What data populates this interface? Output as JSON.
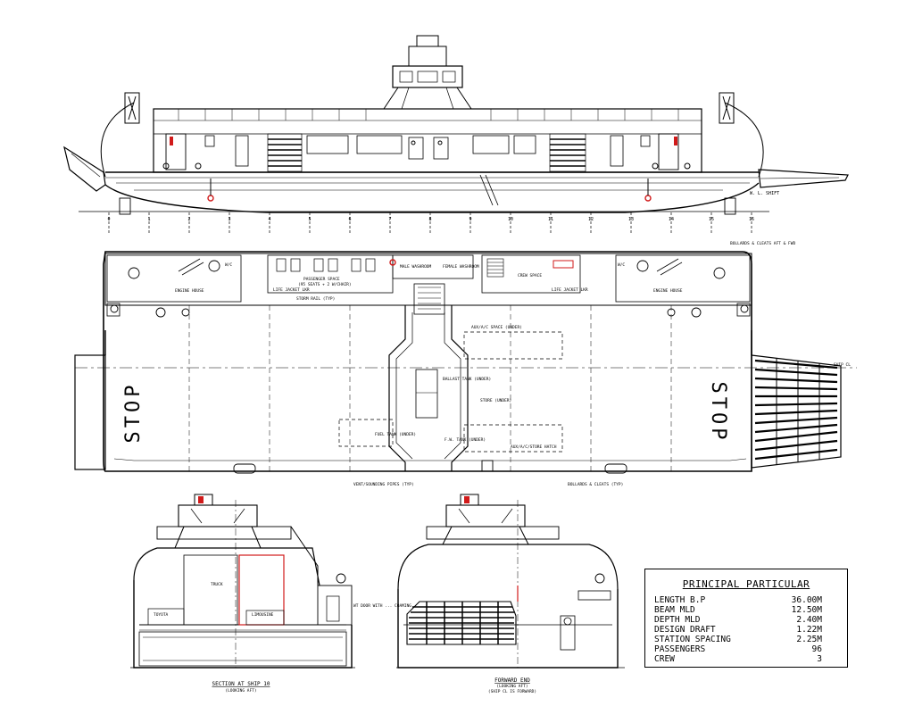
{
  "profile": {
    "station_marks": [
      "0",
      "1",
      "2",
      "3",
      "4",
      "5",
      "6",
      "7",
      "8",
      "9",
      "10",
      "11",
      "12",
      "13",
      "14",
      "15",
      "16"
    ],
    "label_wl": "W. L. SHIFT"
  },
  "plan": {
    "labels": {
      "engine_house_left": "ENGINE HOUSE",
      "engine_house_right": "ENGINE HOUSE",
      "passenger_space": "PASSENGER SPACE",
      "passenger_sub": "(95 SEATS + 2 W/CHAIR)",
      "male_washroom": "MALE WASHROOM",
      "female_washroom": "FEMALE WASHROOM",
      "crew_space": "CREW SPACE",
      "life_jacket_left": "LIFE JACKET LKR",
      "life_jacket_right": "LIFE JACKET LKR",
      "storm_rail": "STORM RAIL (TYP)",
      "aux_space": "AUX/A/C SPACE (UNDER)",
      "ballast_tank": "BALLAST TANK (UNDER)",
      "store": "STORE (UNDER)",
      "fuel_tank": "FUEL TANK (UNDER)",
      "fw_tank": "F.W. TANK (UNDER)",
      "aux_store_hatch": "AUX/A/C/STORE HATCH",
      "vent_pipes": "VENT/SOUNDING PIPES (TYP)",
      "bollards_bottom": "BOLLARDS & CLEATS (TYP)",
      "bollards_top": "BOLLARDS & CLEATS AFT & FWD",
      "ship_cl": "SHIP CL",
      "stop_left": "STOP",
      "stop_right": "STOP",
      "wc_left": "W/C",
      "wc_right": "W/C"
    }
  },
  "section": {
    "truck_label": "TRUCK",
    "toyota_label": "TOYOTA",
    "limousine_label": "LIMOUSINE",
    "wt_door_label": "WT DOOR WITH ... COAMING",
    "caption": "SECTION AT SHIP 10",
    "caption_sub": "(LOOKING AFT)"
  },
  "forward_end": {
    "caption": "FORWARD END",
    "caption_sub": "(LOOKING AFT)",
    "caption_sub2": "(SHIP CL IS FORWARD)"
  },
  "particulars": {
    "title": "PRINCIPAL PARTICULAR",
    "rows": [
      {
        "key": "LENGTH B.P",
        "value": "36.00M"
      },
      {
        "key": "BEAM MLD",
        "value": "12.50M"
      },
      {
        "key": "DEPTH MLD",
        "value": "2.40M"
      },
      {
        "key": "DESIGN DRAFT",
        "value": "1.22M"
      },
      {
        "key": "STATION SPACING",
        "value": "2.25M"
      },
      {
        "key": "PASSENGERS",
        "value": "96"
      },
      {
        "key": "CREW",
        "value": "3"
      }
    ]
  },
  "colors": {
    "line": "#000000",
    "accent": "#d11a1a",
    "paper": "#ffffff"
  }
}
